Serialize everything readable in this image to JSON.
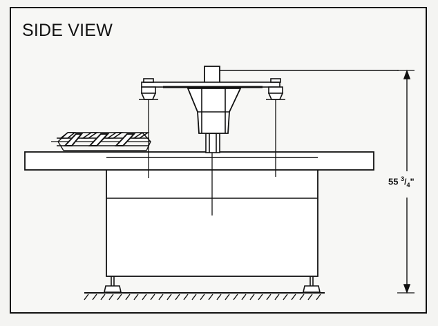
{
  "drawing": {
    "title": "SIDE VIEW",
    "height_dimension": {
      "whole": "55",
      "numerator": "3",
      "denominator": "4",
      "unit": "\""
    }
  },
  "colors": {
    "line": "#111111",
    "background": "#f7f7f5"
  }
}
